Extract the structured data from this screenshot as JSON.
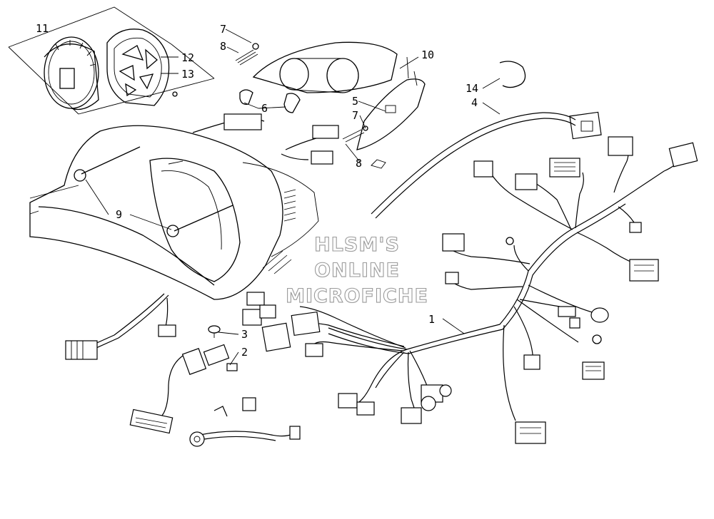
{
  "diagram": {
    "callouts": {
      "p1": "1",
      "p2": "2",
      "p3": "3",
      "p4": "4",
      "p5": "5",
      "p6": "6",
      "p7a": "7",
      "p7b": "7",
      "p8a": "8",
      "p8b": "8",
      "p9": "9",
      "p10": "10",
      "p11": "11",
      "p12": "12",
      "p13": "13",
      "p14": "14"
    },
    "watermark": [
      "HLSM'S",
      "ONLINE",
      "MICROFICHE"
    ]
  }
}
